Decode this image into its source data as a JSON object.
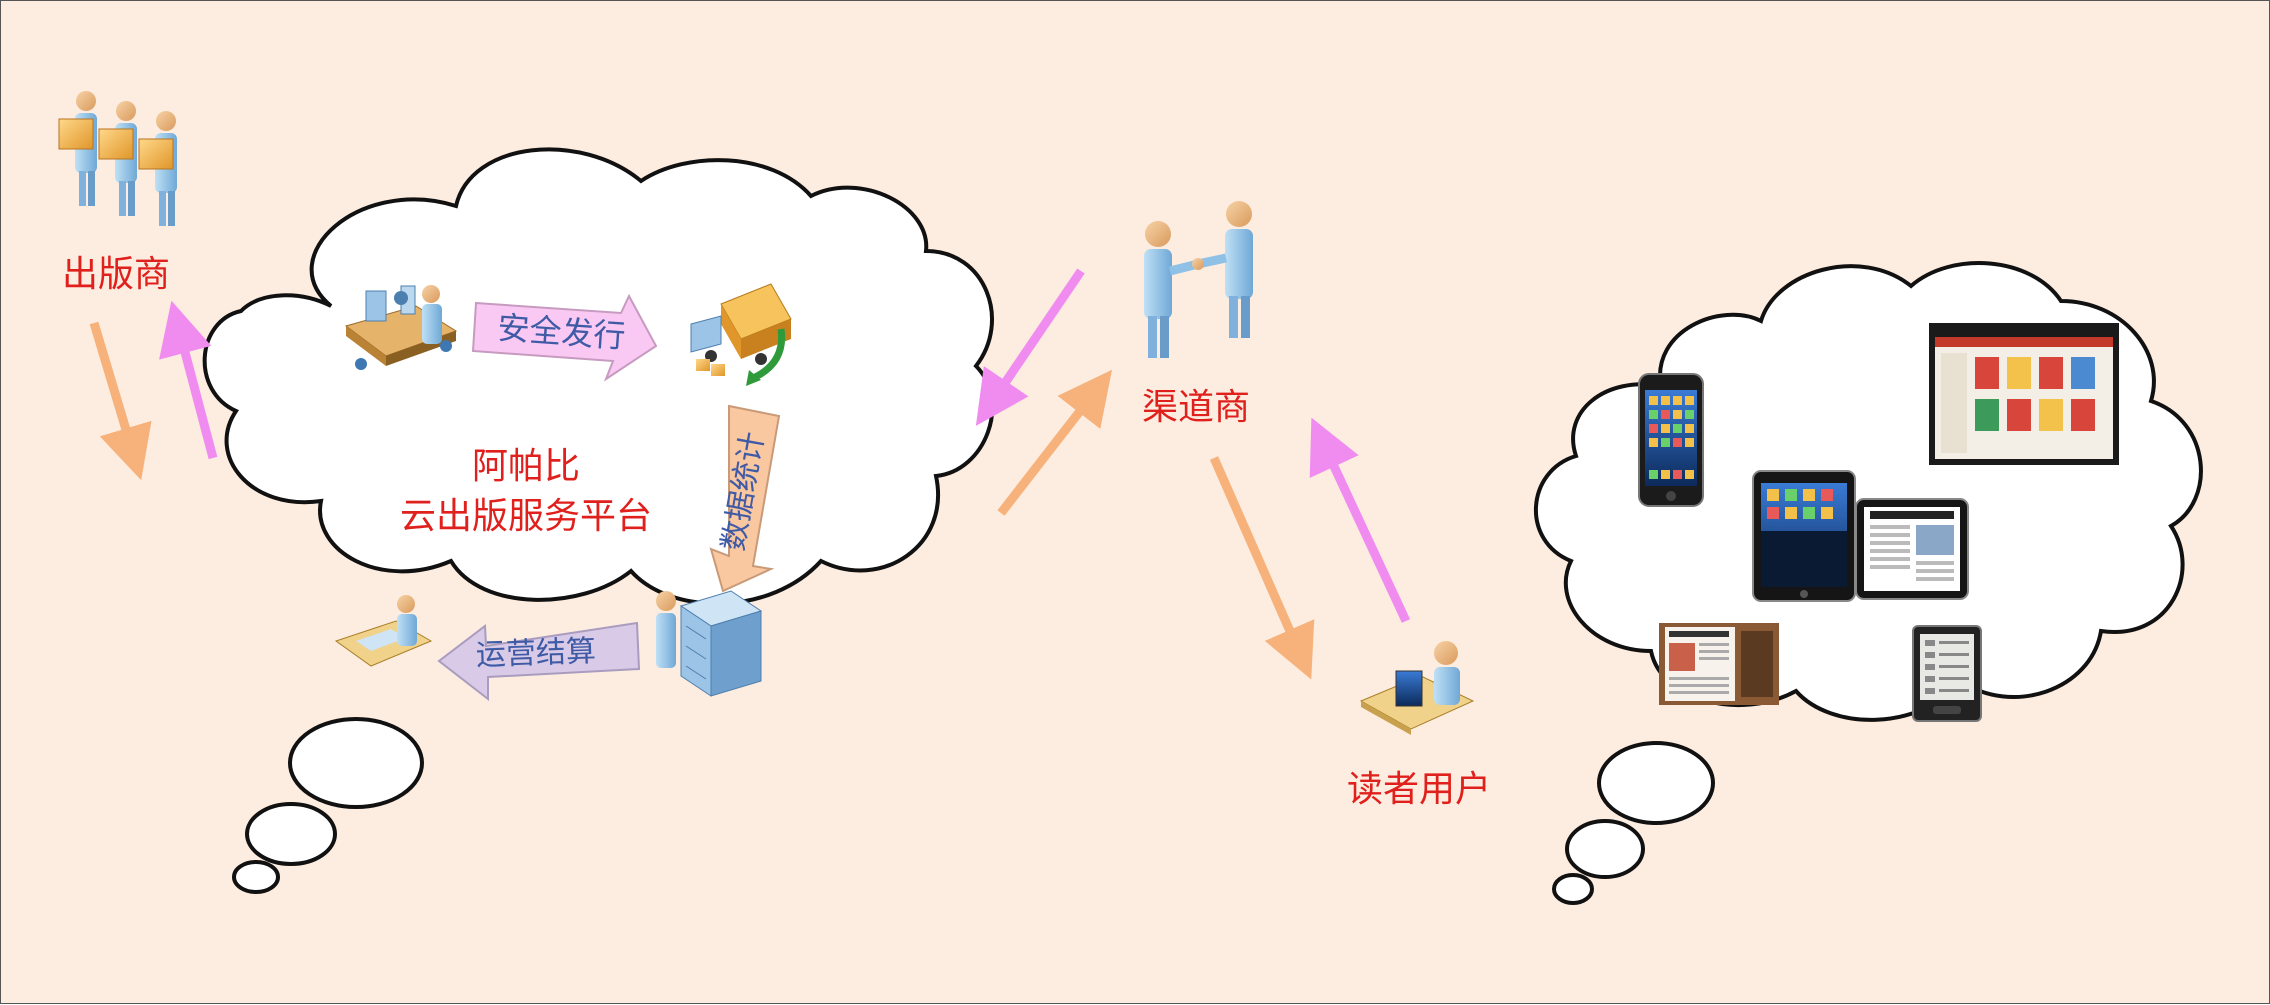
{
  "nodes": {
    "publisher": "出版商",
    "platform_line1": "阿帕比",
    "platform_line2": "云出版服务平台",
    "channel": "渠道商",
    "reader": "读者用户"
  },
  "steps": {
    "secure_release": "安全发行",
    "data_stats": "数据统计",
    "operation_settlement": "运营结算"
  },
  "colors": {
    "background": "#fdece0",
    "label_red": "#e0201c",
    "step_text": "#3f5ba6",
    "arrow_orange": "#f6b27a",
    "arrow_magenta": "#f08cf0",
    "step_pink": "#f9c9f3",
    "step_peach": "#f9c7a0",
    "step_lilac": "#d9cbe8"
  },
  "icons": {
    "publisher": "people-carrying-boxes-icon",
    "factory": "assembly-line-worker-icon",
    "truck": "delivery-truck-icon",
    "server": "server-rack-operator-icon",
    "desk": "office-desk-worker-icon",
    "channel": "handshake-icon",
    "reader": "computer-user-icon",
    "devices": [
      "smartphone-icon",
      "tablet-icon",
      "tablet-newspaper-icon",
      "digital-newspaper-icon",
      "e-reader-icon",
      "monitor-bookstore-icon"
    ]
  }
}
